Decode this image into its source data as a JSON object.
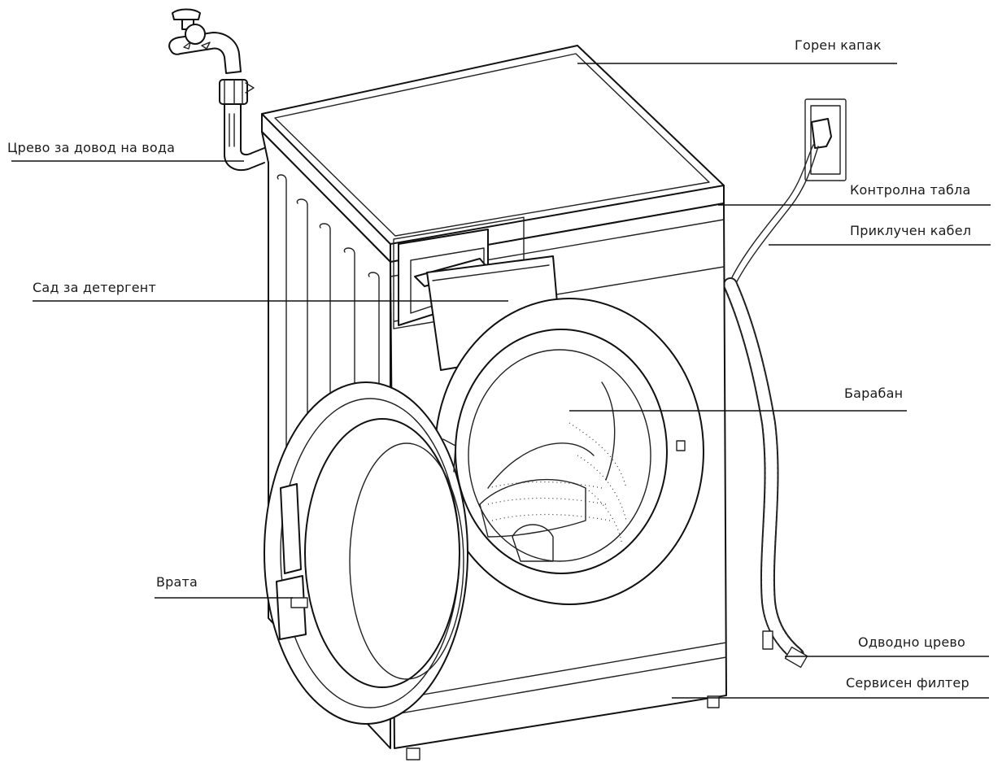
{
  "labels": {
    "top_lid": "Горен капак",
    "water_inlet_hose": "Црево за довод на вода",
    "control_panel": "Контролна табла",
    "power_cable": "Приклучен кабел",
    "detergent_drawer": "Сад за детергент",
    "drum": "Барабан",
    "door": "Врата",
    "drain_hose": "Одводно црево",
    "service_filter": "Сервисен филтер"
  }
}
